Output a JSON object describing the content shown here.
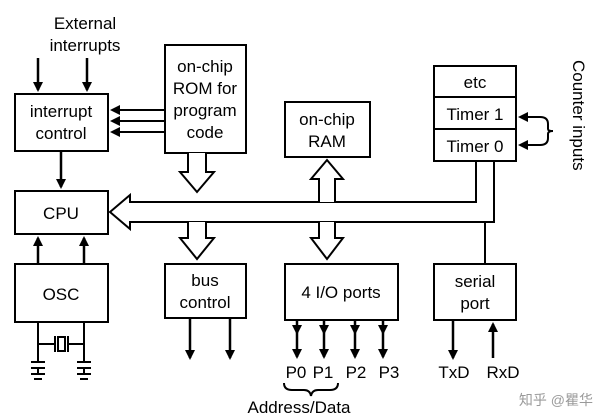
{
  "title_top": {
    "line1": "External",
    "line2": "interrupts"
  },
  "blocks": {
    "interrupt_control": {
      "line1": "interrupt",
      "line2": "control"
    },
    "rom": {
      "line1": "on-chip",
      "line2": "ROM for",
      "line3": "program",
      "line4": "code"
    },
    "ram": {
      "line1": "on-chip",
      "line2": "RAM"
    },
    "etc": "etc",
    "timer1": "Timer 1",
    "timer0": "Timer 0",
    "cpu": "CPU",
    "osc": "OSC",
    "bus_control": {
      "line1": "bus",
      "line2": "control"
    },
    "io_ports": "4 I/O ports",
    "serial_port": {
      "line1": "serial",
      "line2": "port"
    }
  },
  "counter_inputs": "Counter inputs",
  "ports": [
    "P0",
    "P1",
    "P2",
    "P3"
  ],
  "address_data": "Address/Data",
  "serial_pins": {
    "txd": "TxD",
    "rxd": "RxD"
  },
  "watermark": "知乎 @瞿华"
}
